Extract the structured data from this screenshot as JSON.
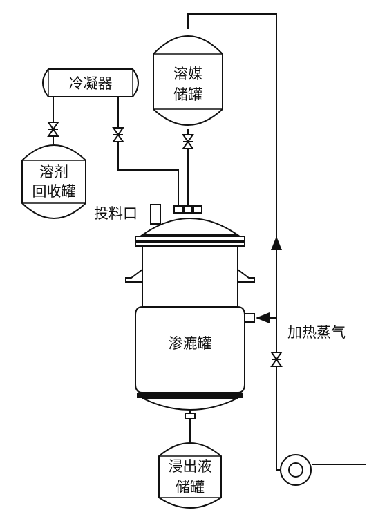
{
  "labels": {
    "condenser": "冷凝器",
    "solvent_storage_l1": "溶媒",
    "solvent_storage_l2": "储罐",
    "solvent_recovery_l1": "溶剂",
    "solvent_recovery_l2": "回收罐",
    "feed_port": "投料口",
    "percolation_tank": "渗漉罐",
    "heating_steam": "加热蒸气",
    "extract_storage_l1": "浸出液",
    "extract_storage_l2": "储罐"
  },
  "colors": {
    "line": "#111111",
    "background": "#ffffff"
  },
  "icons": [
    "valve-icon",
    "pump-icon",
    "arrow-icon"
  ]
}
